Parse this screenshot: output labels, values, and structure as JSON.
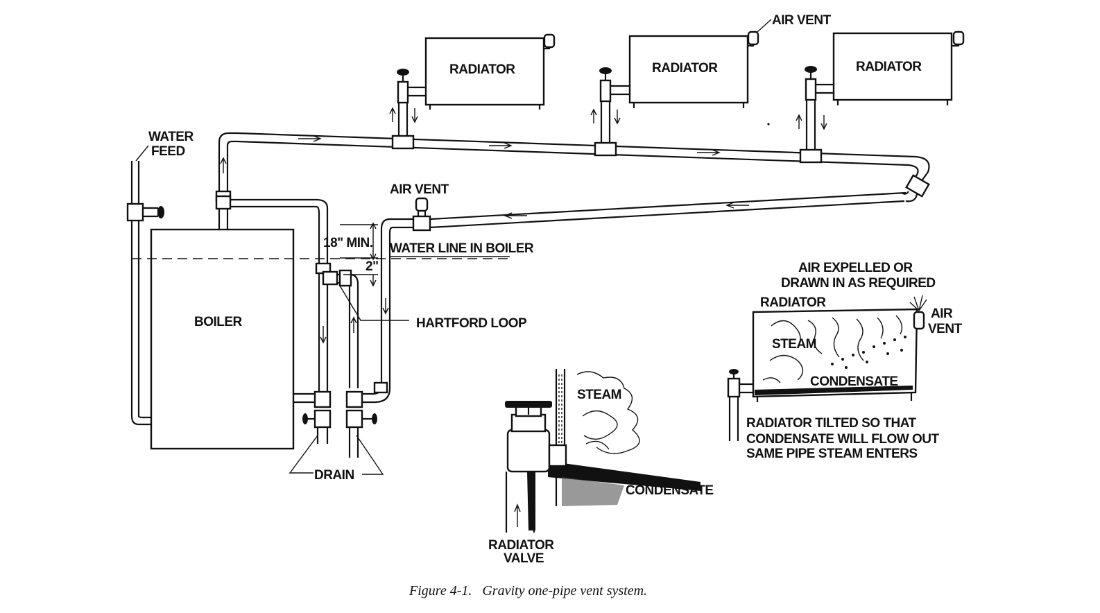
{
  "labels": {
    "water_feed_1": "WATER",
    "water_feed_2": "FEED",
    "boiler": "BOILER",
    "radiator_1": "RADIATOR",
    "radiator_2": "RADIATOR",
    "radiator_3": "RADIATOR",
    "air_vent_top": "AIR VENT",
    "air_vent_return": "AIR VENT",
    "min_height": "18\" MIN.",
    "water_line": "WATER LINE IN BOILER",
    "offset": "2\"",
    "hartford_loop": "HARTFORD LOOP",
    "drain": "DRAIN",
    "detail_steam": "STEAM",
    "detail_condensate": "CONDENSATE",
    "detail_valve_1": "RADIATOR",
    "detail_valve_2": "VALVE",
    "inset_air_1": "AIR EXPELLED OR",
    "inset_air_2": "DRAWN IN AS REQUIRED",
    "inset_radiator": "RADIATOR",
    "inset_vent_1": "AIR",
    "inset_vent_2": "VENT",
    "inset_steam": "STEAM",
    "inset_condensate": "CONDENSATE",
    "inset_note_1": "RADIATOR TILTED SO THAT",
    "inset_note_2": "CONDENSATE WILL FLOW OUT",
    "inset_note_3": "SAME PIPE STEAM ENTERS"
  },
  "caption": "Figure 4-1.   Gravity one-pipe vent system."
}
